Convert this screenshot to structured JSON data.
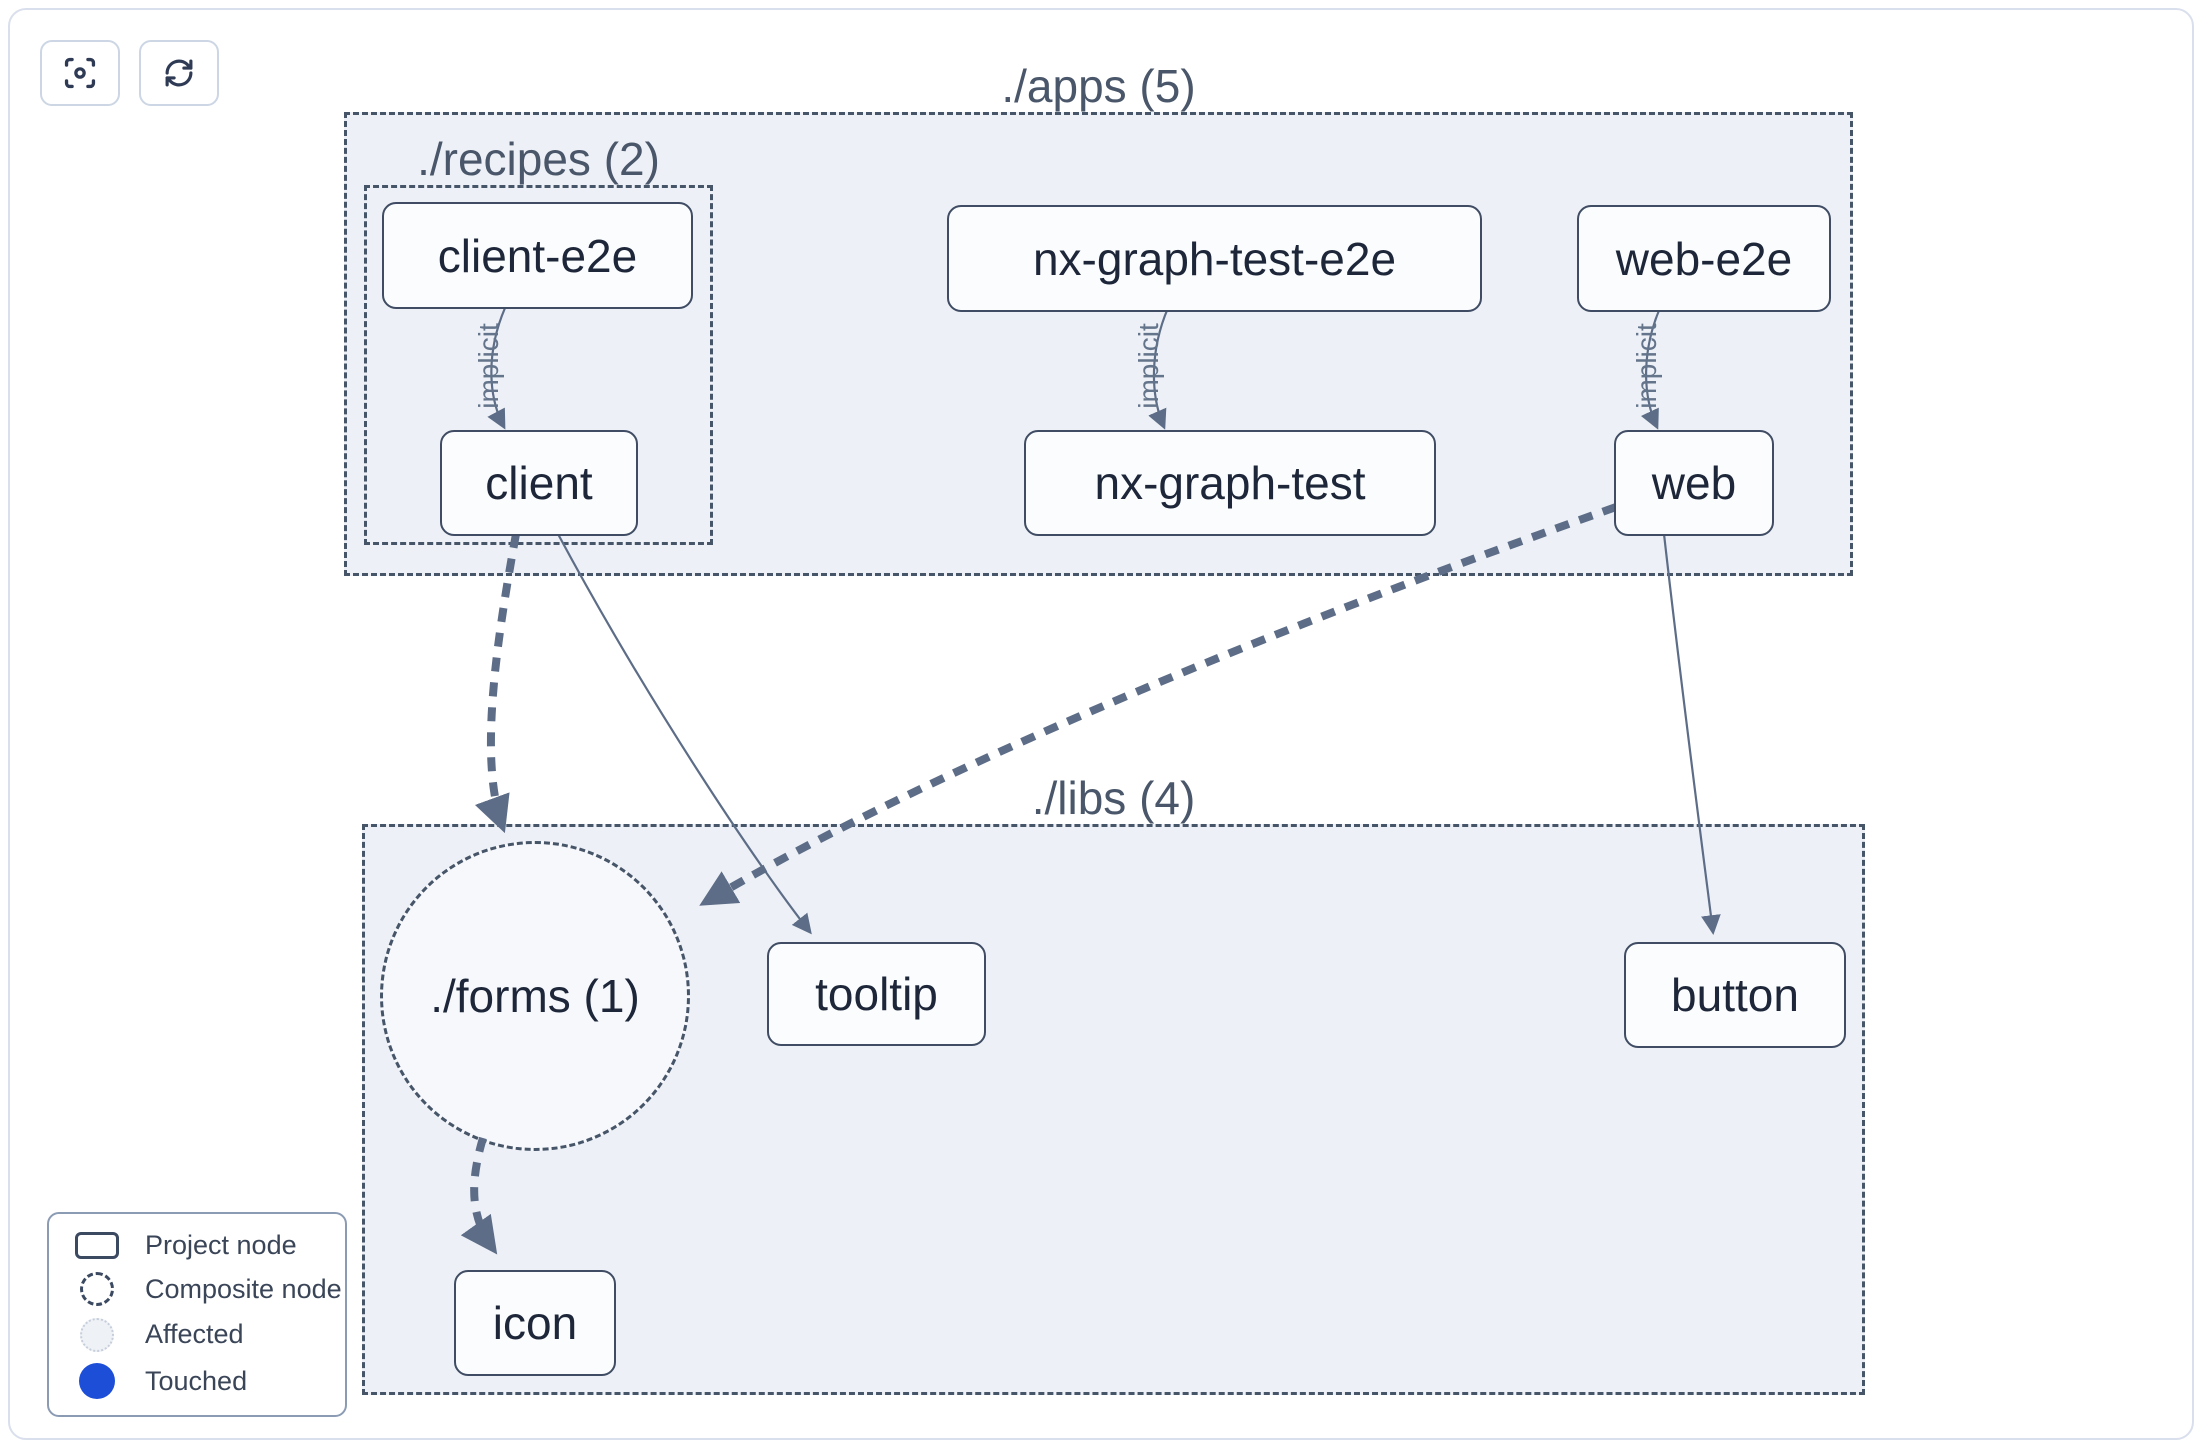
{
  "toolbar": {
    "focus_icon": "focus-crosshair",
    "refresh_icon": "refresh-arrows"
  },
  "groups": {
    "apps": {
      "label": "./apps (5)"
    },
    "recipes": {
      "label": "./recipes (2)"
    },
    "libs": {
      "label": "./libs (4)"
    }
  },
  "nodes": {
    "client_e2e": {
      "label": "client-e2e"
    },
    "nx_graph_test_e2e": {
      "label": "nx-graph-test-e2e"
    },
    "web_e2e": {
      "label": "web-e2e"
    },
    "client": {
      "label": "client"
    },
    "nx_graph_test": {
      "label": "nx-graph-test"
    },
    "web": {
      "label": "web"
    },
    "forms": {
      "label": "./forms (1)"
    },
    "tooltip": {
      "label": "tooltip"
    },
    "button": {
      "label": "button"
    },
    "icon": {
      "label": "icon"
    }
  },
  "edges": {
    "implicit_label": "implicit"
  },
  "legend": {
    "items": [
      {
        "label": "Project node",
        "swatch": "project-rect"
      },
      {
        "label": "Composite node",
        "swatch": "dashed-circle"
      },
      {
        "label": "Affected",
        "swatch": "affected-circle"
      },
      {
        "label": "Touched",
        "swatch": "touched-circle"
      }
    ],
    "touched_color": "#1d4ed8"
  },
  "colors": {
    "group_fill": "#edf1f7",
    "group_border": "#475569",
    "node_fill": "#fbfcfe",
    "node_border": "#3f4c63",
    "edge": "#5d6d87",
    "touched_blue": "#1d4ed8"
  }
}
